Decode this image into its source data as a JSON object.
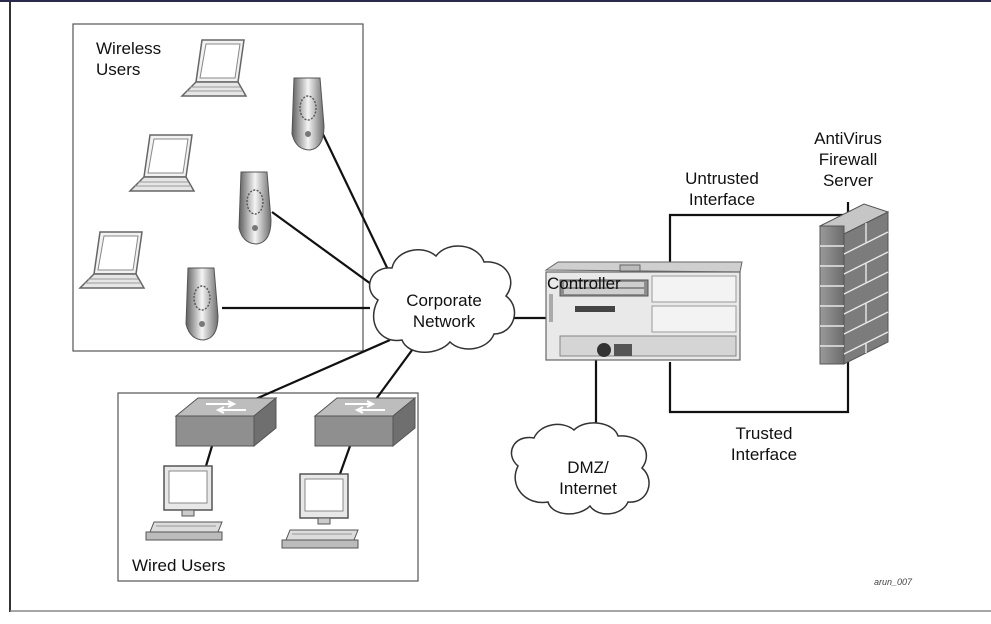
{
  "groups": {
    "wireless": "Wireless\nUsers",
    "wired": "Wired Users"
  },
  "nodes": {
    "corporate_network": "Corporate\nNetwork",
    "controller": "Controller",
    "dmz": "DMZ/\nInternet",
    "firewall": "AntiVirus\nFirewall\nServer"
  },
  "interfaces": {
    "untrusted": "Untrusted\nInterface",
    "trusted": "Trusted\nInterface"
  },
  "figure_id": "arun_007",
  "colors": {
    "line": "#111111",
    "device_gray": "#8c8c8c",
    "cloud_fill": "#ffffff"
  }
}
